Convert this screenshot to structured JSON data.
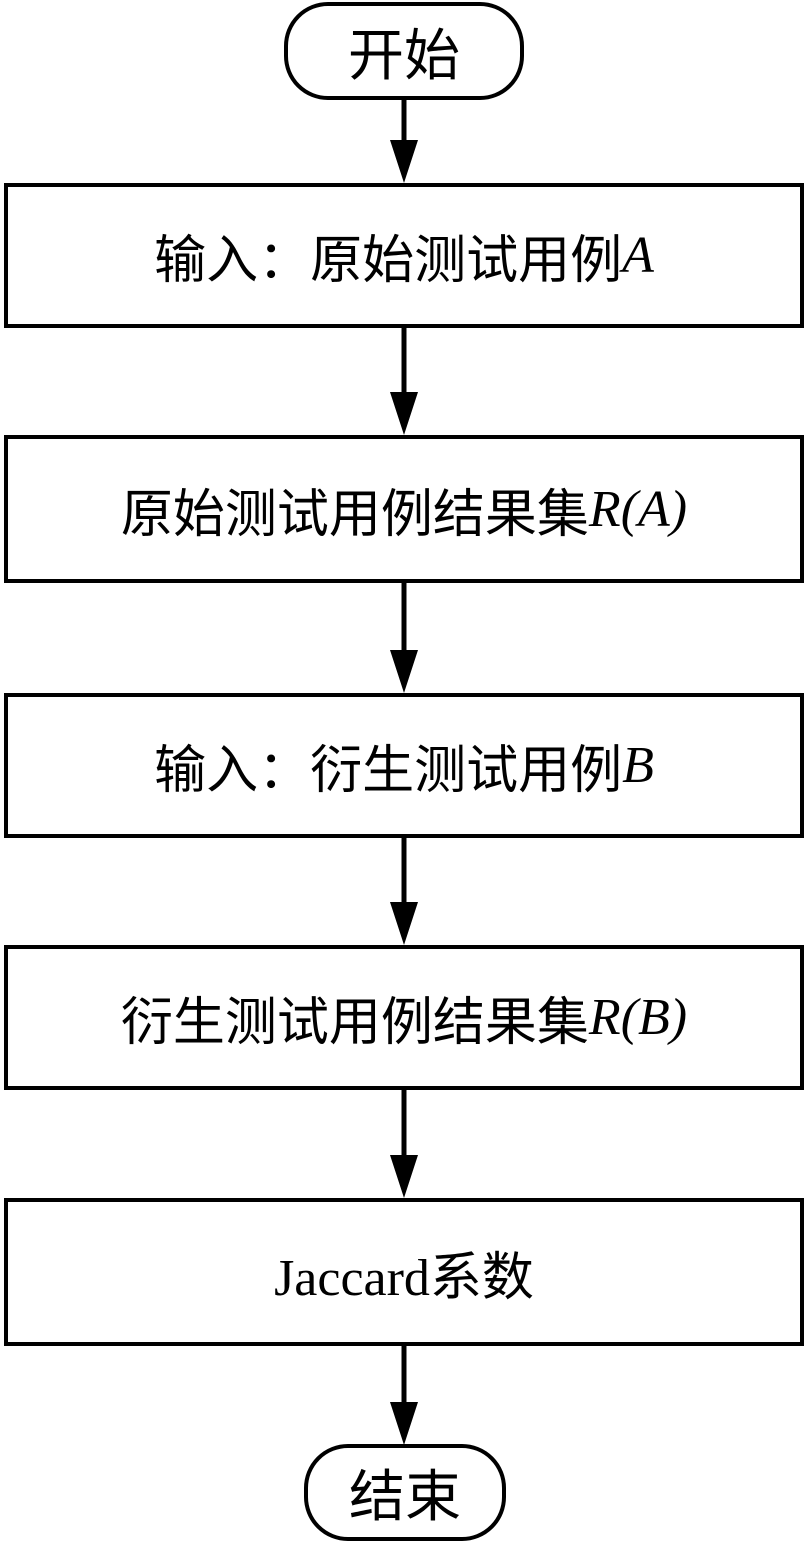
{
  "diagram": {
    "start": "开始",
    "end": "结束",
    "steps": [
      {
        "text": "输入：原始测试用例",
        "var": "A",
        "suffix": ""
      },
      {
        "text": "原始测试用例结果集",
        "var": "R",
        "suffix": "(A)"
      },
      {
        "text": "输入：衍生测试用例",
        "var": "B",
        "suffix": ""
      },
      {
        "text": "衍生测试用例结果集",
        "var": "R",
        "suffix": "(B)"
      },
      {
        "text": "Jaccard系数",
        "var": "",
        "suffix": ""
      }
    ],
    "edges": [
      [
        "start",
        "step-1"
      ],
      [
        "step-1",
        "step-2"
      ],
      [
        "step-2",
        "step-3"
      ],
      [
        "step-3",
        "step-4"
      ],
      [
        "step-4",
        "step-5"
      ],
      [
        "step-5",
        "end"
      ]
    ]
  }
}
